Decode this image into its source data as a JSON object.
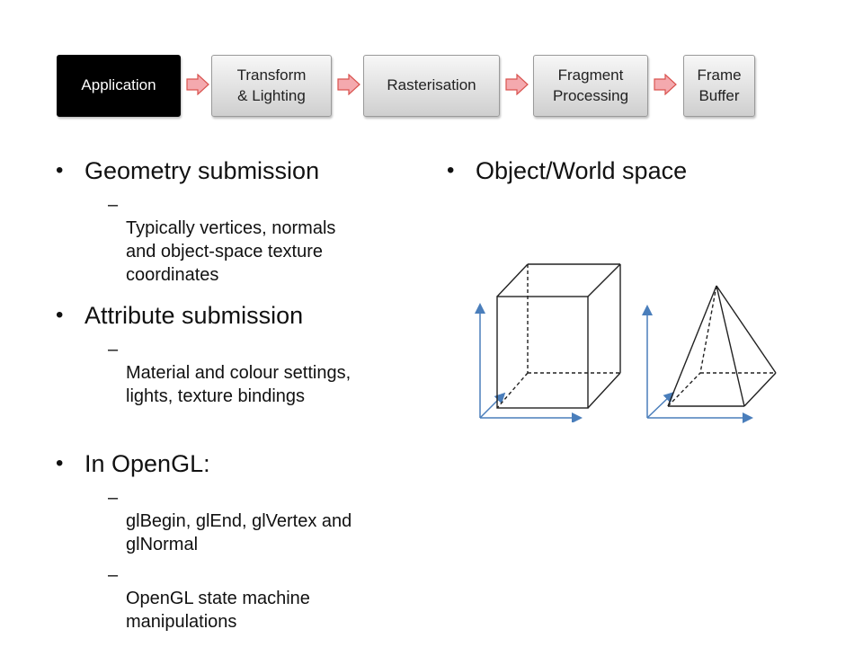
{
  "pipeline": {
    "stages": [
      {
        "label": "Application",
        "active": true
      },
      {
        "label": "Transform\n& Lighting",
        "active": false
      },
      {
        "label": "Rasterisation",
        "active": false
      },
      {
        "label": "Fragment\nProcessing",
        "active": false
      },
      {
        "label": "Frame\nBuffer",
        "active": false
      }
    ],
    "arrow_color": "#f4a9ae",
    "arrow_border": "#d9534f"
  },
  "left_column": {
    "items": [
      {
        "title": "Geometry submission",
        "subitems": [
          "Typically vertices, normals\nand object-space texture\ncoordinates"
        ]
      },
      {
        "title": "Attribute submission",
        "subitems": [
          "Material and colour settings,\nlights, texture bindings"
        ]
      },
      {
        "title": "In OpenGL:",
        "subitems": [
          "glBegin, glEnd, glVertex and\nglNormal",
          "OpenGL state machine\nmanipulations"
        ]
      }
    ]
  },
  "right_column": {
    "title": "Object/World space"
  },
  "axis_color": "#4a7ebb"
}
